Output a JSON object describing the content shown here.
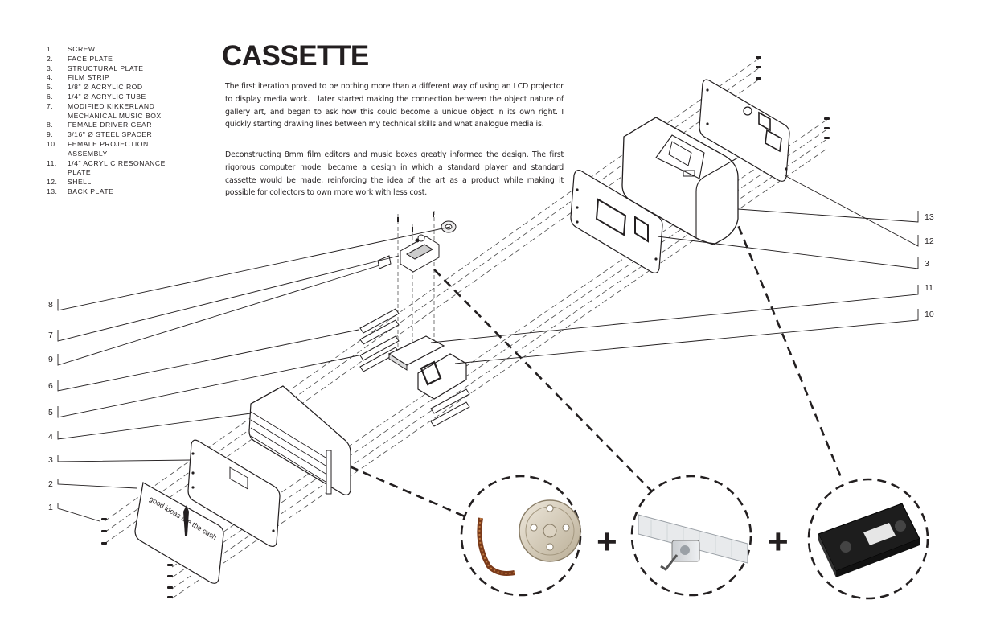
{
  "title": "CASSETTE",
  "legend": [
    {
      "num": "1.",
      "text": "SCREW"
    },
    {
      "num": "2.",
      "text": "FACE PLATE"
    },
    {
      "num": "3.",
      "text": "STRUCTURAL PLATE"
    },
    {
      "num": "4.",
      "text": "FILM STRIP"
    },
    {
      "num": "5.",
      "text": "1/8\" Ø ACRYLIC ROD"
    },
    {
      "num": "6.",
      "text": "1/4\" Ø ACRYLIC TUBE"
    },
    {
      "num": "7.",
      "text": "MODIFIED KIKKERLAND MECHANICAL MUSIC BOX"
    },
    {
      "num": "8.",
      "text": "FEMALE DRIVER GEAR"
    },
    {
      "num": "9.",
      "text": "3/16\" Ø STEEL SPACER"
    },
    {
      "num": "10.",
      "text": "FEMALE PROJECTION ASSEMBLY"
    },
    {
      "num": "11.",
      "text": "1/4\" ACRYLIC RESONANCE PLATE"
    },
    {
      "num": "12.",
      "text": "SHELL"
    },
    {
      "num": "13.",
      "text": "BACK PLATE"
    }
  ],
  "paragraphs": [
    "The first iteration proved to be nothing more than a different way of using an LCD projector to display media work. I later started making the connection between the object nature of gallery art, and began to ask how this could become a unique object in its own right. I quickly starting drawing lines between my technical skills and what analogue media is.",
    "Deconstructing 8mm film editors and music boxes greatly informed the design. The first rigorous computer model became a design in which a standard player and standard cassette would be made, reinforcing the idea of the art as a product while making it possible for collectors to own more work with less cost."
  ],
  "left_callouts": [
    "8",
    "7",
    "9",
    "6",
    "5",
    "4",
    "3",
    "2",
    "1"
  ],
  "right_callouts": [
    "13",
    "12",
    "3",
    "11",
    "10"
  ],
  "face_plate_text": "good ideas are the cash",
  "plus_sign": "+",
  "photos": [
    {
      "name": "film-reel",
      "icon": "film-reel-icon"
    },
    {
      "name": "music-box",
      "icon": "music-box-icon"
    },
    {
      "name": "vhs-cassette",
      "icon": "vhs-cassette-icon"
    }
  ]
}
